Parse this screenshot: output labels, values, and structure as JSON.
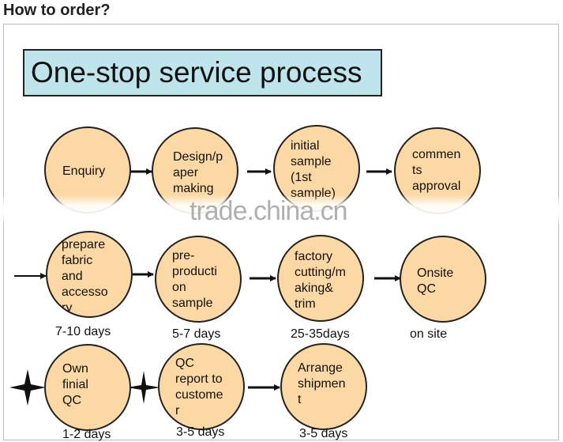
{
  "heading": "How to order?",
  "title": "One-stop service process",
  "watermark": "trade.china.cn",
  "colors": {
    "node_fill": "#fcd9a4",
    "title_fill": "#bfe5ec",
    "stroke": "#222222"
  },
  "steps": [
    {
      "label": "Enquiry"
    },
    {
      "label": "Design/p\naper\nmaking"
    },
    {
      "label": "initial\nsample\n(1st\nsample)"
    },
    {
      "label": "commen\nts\napproval"
    },
    {
      "label": "prepare\nfabric\nand\naccesso\nry",
      "duration": "7-10 days"
    },
    {
      "label": "pre-\nproducti\non\nsample",
      "duration": "5-7 days"
    },
    {
      "label": "factory\ncutting/m\naking&\ntrim",
      "duration": "25-35days"
    },
    {
      "label": "Onsite\nQC",
      "duration": "on site"
    },
    {
      "label": "Own\nfinial\nQC",
      "duration": "1-2 days"
    },
    {
      "label": "QC\nreport to\ncustome\nr",
      "duration": "3-5 days"
    },
    {
      "label": "Arrange\nshipmen\nt",
      "duration": "3-5 days"
    }
  ]
}
